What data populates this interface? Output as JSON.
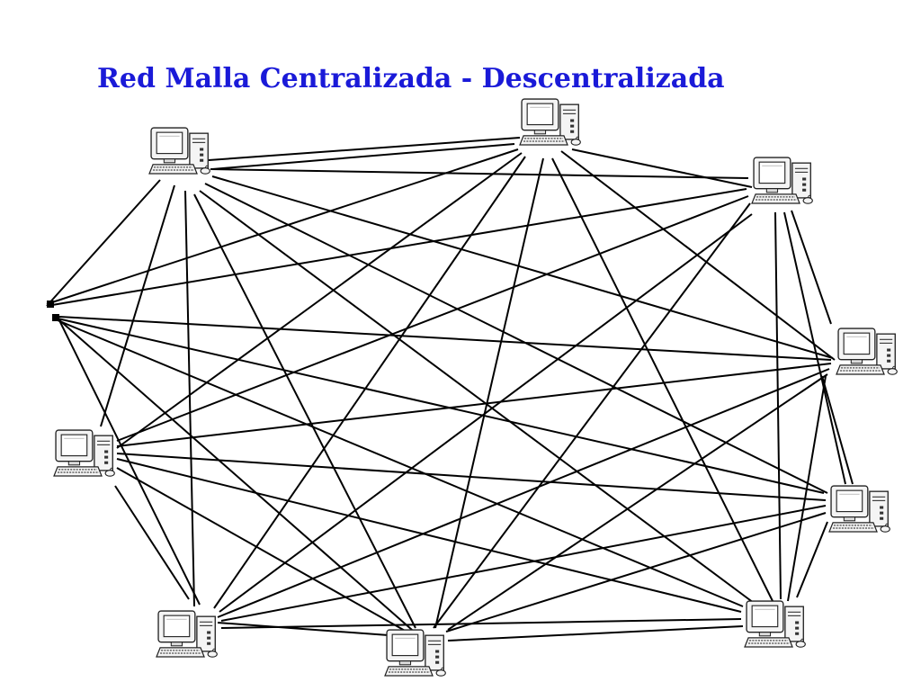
{
  "slide": {
    "title": "Red Malla Centralizada - Descentralizada"
  },
  "colors": {
    "title": "#1a1ad8",
    "line": "#000000"
  },
  "computers": [
    {
      "name": "computer-top-left",
      "icon": "desktop-computer-icon"
    },
    {
      "name": "computer-top-center",
      "icon": "desktop-computer-icon"
    },
    {
      "name": "computer-top-right",
      "icon": "desktop-computer-icon"
    },
    {
      "name": "computer-right",
      "icon": "desktop-computer-icon"
    },
    {
      "name": "computer-lower-right",
      "icon": "desktop-computer-icon"
    },
    {
      "name": "computer-bottom-right",
      "icon": "desktop-computer-icon"
    },
    {
      "name": "computer-bottom-center",
      "icon": "desktop-computer-icon"
    },
    {
      "name": "computer-bottom-left",
      "icon": "desktop-computer-icon"
    },
    {
      "name": "computer-left",
      "icon": "desktop-computer-icon"
    }
  ],
  "terminals": [
    {
      "name": "left-terminal-upper"
    },
    {
      "name": "left-terminal-lower"
    }
  ]
}
